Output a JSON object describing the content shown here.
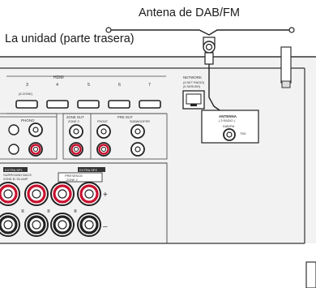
{
  "callouts": {
    "antenna": "Antena de DAB/FM",
    "unit": "La unidad (parte trasera)"
  },
  "panel": {
    "hdmi_header": "HDMI",
    "hdmi_ports": [
      "3",
      "4",
      "5",
      "6",
      "7"
    ],
    "hdmi_note": "(8 ZONE)",
    "network_label": "NETWORK",
    "network_sub1": "(4 NET RADIO)",
    "network_sub2": "(5 SERVER)",
    "antenna_label": "ANTENNA",
    "antenna_sub": "( 3 RADIO )",
    "dab_fm_label": "DAB/FM",
    "impedance": "75Ω",
    "phono_label": "PHONO",
    "zone_out_label": "ZONE OUT",
    "zone_out_sub": "ZONE 2",
    "pre_out_label": "PRE OUT",
    "front_label": "FRONT",
    "subwoofer_label": "SUBWOOFER",
    "extra_sp1_label": "EXTRA SP1",
    "extra_sp2_label": "EXTRA SP2",
    "surround_back_label": "SURROUND BACK",
    "surround_back_sub": "ZONE B / BI-AMP",
    "presence_label": "PRESENCE",
    "presence_sub": "ZONE 2",
    "plus": "+",
    "minus": "–"
  }
}
